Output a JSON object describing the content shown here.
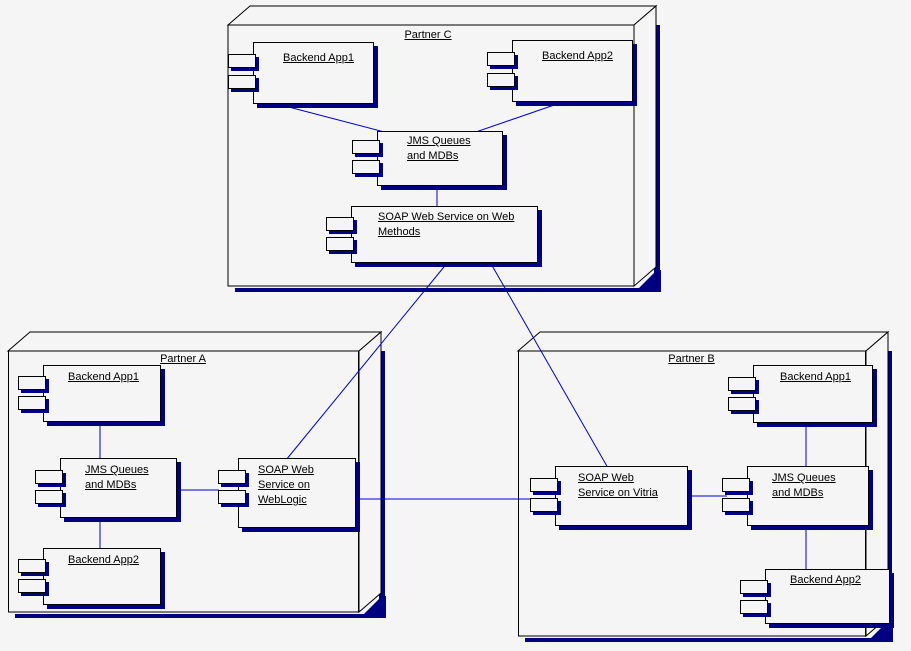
{
  "diagram": {
    "type": "uml-deployment-diagram",
    "background_color": "#f5f5f5",
    "node_border_color": "#000000",
    "shadow_color": "#000080",
    "connector_color": "#0000cc",
    "text_color": "#000000"
  },
  "nodes": [
    {
      "id": "partner-c",
      "title": "Partner C",
      "components": [
        {
          "id": "c-backend-app1",
          "label_lines": [
            "Backend App1"
          ]
        },
        {
          "id": "c-backend-app2",
          "label_lines": [
            "Backend App2"
          ]
        },
        {
          "id": "c-jms",
          "label_lines": [
            "JMS Queues",
            "and MDBs"
          ]
        },
        {
          "id": "c-soap",
          "label_lines": [
            "SOAP Web Service on Web",
            "Methods"
          ]
        }
      ]
    },
    {
      "id": "partner-a",
      "title": "Partner A",
      "components": [
        {
          "id": "a-backend-app1",
          "label_lines": [
            "Backend App1"
          ]
        },
        {
          "id": "a-jms",
          "label_lines": [
            "JMS Queues",
            "and MDBs"
          ]
        },
        {
          "id": "a-soap",
          "label_lines": [
            "SOAP Web",
            "Service on",
            "WebLogic"
          ]
        },
        {
          "id": "a-backend-app2",
          "label_lines": [
            "Backend App2"
          ]
        }
      ]
    },
    {
      "id": "partner-b",
      "title": "Partner B",
      "components": [
        {
          "id": "b-backend-app1",
          "label_lines": [
            "Backend App1"
          ]
        },
        {
          "id": "b-soap",
          "label_lines": [
            "SOAP Web",
            "Service on Vitria"
          ]
        },
        {
          "id": "b-jms",
          "label_lines": [
            "JMS Queues",
            "and MDBs"
          ]
        },
        {
          "id": "b-backend-app2",
          "label_lines": [
            "Backend App2"
          ]
        }
      ]
    }
  ],
  "labels": {
    "partner_c_title": "Partner C",
    "partner_a_title": "Partner A",
    "partner_b_title": "Partner B",
    "c_app1": "Backend App1",
    "c_app2": "Backend App2",
    "c_jms_l1": "JMS Queues",
    "c_jms_l2": "and MDBs",
    "c_soap_l1": "SOAP Web Service on Web",
    "c_soap_l2": "Methods",
    "a_app1": "Backend App1",
    "a_app2": "Backend App2",
    "a_jms_l1": "JMS Queues",
    "a_jms_l2": "and MDBs",
    "a_soap_l1": "SOAP Web",
    "a_soap_l2": "Service on",
    "a_soap_l3": "WebLogic",
    "b_app1": "Backend App1",
    "b_app2": "Backend App2",
    "b_jms_l1": "JMS Queues",
    "b_jms_l2": "and MDBs",
    "b_soap_l1": "SOAP Web",
    "b_soap_l2": "Service on Vitria"
  },
  "connectors": [
    {
      "id": "c-app1-to-jms",
      "from": "c-backend-app1",
      "to": "c-jms"
    },
    {
      "id": "c-app2-to-jms",
      "from": "c-backend-app2",
      "to": "c-jms"
    },
    {
      "id": "c-jms-to-soap",
      "from": "c-jms",
      "to": "c-soap"
    },
    {
      "id": "c-soap-to-a-soap",
      "from": "c-soap",
      "to": "a-soap"
    },
    {
      "id": "c-soap-to-b-soap",
      "from": "c-soap",
      "to": "b-soap"
    },
    {
      "id": "a-app1-to-jms",
      "from": "a-backend-app1",
      "to": "a-jms"
    },
    {
      "id": "a-jms-to-app2",
      "from": "a-jms",
      "to": "a-backend-app2"
    },
    {
      "id": "a-jms-to-soap",
      "from": "a-jms",
      "to": "a-soap"
    },
    {
      "id": "a-soap-to-b-soap",
      "from": "a-soap",
      "to": "b-soap"
    },
    {
      "id": "b-soap-to-jms",
      "from": "b-soap",
      "to": "b-jms"
    },
    {
      "id": "b-app1-to-jms",
      "from": "b-backend-app1",
      "to": "b-jms"
    },
    {
      "id": "b-jms-to-app2",
      "from": "b-jms",
      "to": "b-backend-app2"
    }
  ]
}
